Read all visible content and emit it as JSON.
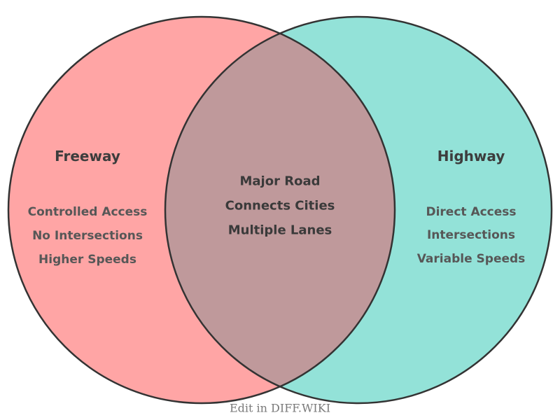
{
  "diagram": {
    "left": {
      "title": "Freeway",
      "items": [
        "Controlled Access",
        "No Intersections",
        "Higher Speeds"
      ]
    },
    "right": {
      "title": "Highway",
      "items": [
        "Direct Access",
        "Intersections",
        "Variable Speeds"
      ]
    },
    "overlap": {
      "items": [
        "Major Road",
        "Connects Cities",
        "Multiple Lanes"
      ]
    }
  },
  "caption": "Edit in DIFF.WIKI",
  "colors": {
    "left_fill": "#FFA5A5",
    "right_fill": "#93E2D8",
    "overlap_fill": "#BF999B",
    "circle_stroke": "#333333",
    "title_text": "#3d3d3d",
    "side_item_text": "#575757",
    "center_item_text": "#3a3a3a",
    "caption_text": "#7a7a7a",
    "background": "#ffffff"
  }
}
